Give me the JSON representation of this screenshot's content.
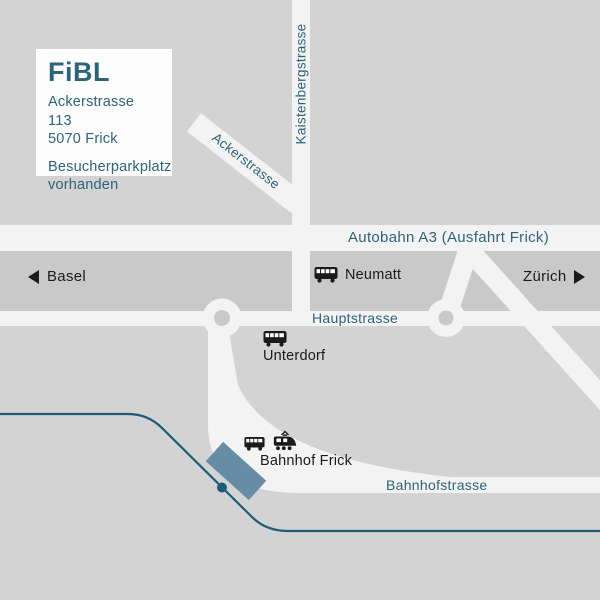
{
  "map": {
    "info_box": {
      "logo": "FiBL",
      "address": [
        "Ackerstrasse 113",
        "5070 Frick"
      ],
      "note": [
        "Besucherparkplatz",
        "vorhanden"
      ]
    },
    "roads": {
      "kaistenbergstrasse": "Kaistenbergstrasse",
      "ackerstrasse": "Ackerstrasse",
      "autobahn": "Autobahn A3 (Ausfahrt Frick)",
      "hauptstrasse": "Hauptstrasse",
      "bahnhofstrasse": "Bahnhofstrasse"
    },
    "directions": {
      "west": "Basel",
      "east": "Zürich"
    },
    "stops": {
      "neumatt": "Neumatt",
      "unterdorf": "Unterdorf",
      "bahnhof": "Bahnhof Frick"
    },
    "icons": {
      "west": "left-triangle",
      "east": "right-triangle",
      "bus": "bus-pictogram",
      "train": "train-pictogram",
      "rail_stop": "railway-stop-dot"
    },
    "colors": {
      "background": "#d3d3d3",
      "strip": "#c9c9c9",
      "road": "#f3f3f3",
      "teal": "#2d6478",
      "text_black": "#1a1a1a",
      "rail": "#1d5c75",
      "station_block": "#678da6",
      "box_bg": "#fdfdfd"
    }
  }
}
